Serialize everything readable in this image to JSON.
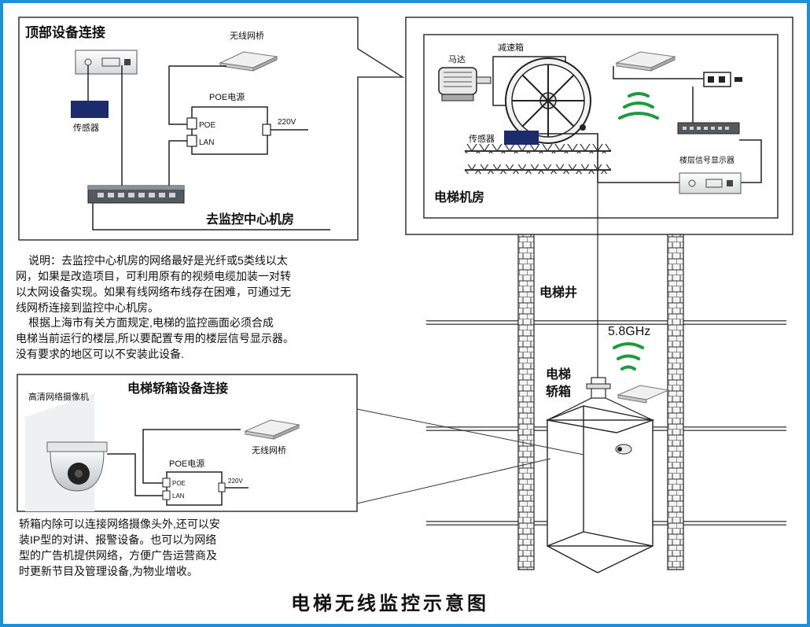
{
  "page_title": "电梯无线监控示意图",
  "top_panel": {
    "title": "顶部设备连接",
    "wireless_bridge": "无线网桥",
    "sensor": "传感器",
    "poe_power": "POE电源",
    "poe_port": "POE",
    "lan_port": "LAN",
    "voltage": "220V",
    "to_center": "去监控中心机房"
  },
  "machine_room": {
    "title": "电梯机房",
    "motor": "马达",
    "gearbox": "减速箱",
    "sensor": "传感器",
    "floor_display": "楼层信号显示器"
  },
  "shaft": {
    "label": "电梯井",
    "frequency": "5.8GHz",
    "car_line1": "电梯",
    "car_line2": "轿箱"
  },
  "notes": {
    "lines": [
      "说明：去监控中心机房的网络最好是光纤或5类线以太",
      "网，如果是改造项目，可利用原有的视频电缆加装一对转",
      "以太网设备实现。如果有线网络布线存在困难，可通过无",
      "线网桥连接到监控中心机房。",
      "根据上海市有关方面规定,电梯的监控画面必须合成",
      "电梯当前运行的楼层,所以要配置专用的楼层信号显示器。",
      "没有要求的地区可以不安装此设备."
    ]
  },
  "car_panel": {
    "title": "电梯轿箱设备连接",
    "camera": "高清网络摄像机",
    "wireless_bridge": "无线网桥",
    "poe_power": "POE电源",
    "poe_port": "POE",
    "lan_port": "LAN",
    "voltage": "220V"
  },
  "car_notes": {
    "lines": [
      "轿箱内除可以连接网络摄像头外,还可以安",
      "装IP型的对讲、报警设备。也可以为网络",
      "型的广告机提供网络，方便广告运营商及",
      "时更新节目及管理设备,为物业增收。"
    ]
  },
  "colors": {
    "frame": "#1e90d6",
    "signal": "#1c9a3c",
    "sensor": "#1c2a6e",
    "line": "#222222"
  }
}
